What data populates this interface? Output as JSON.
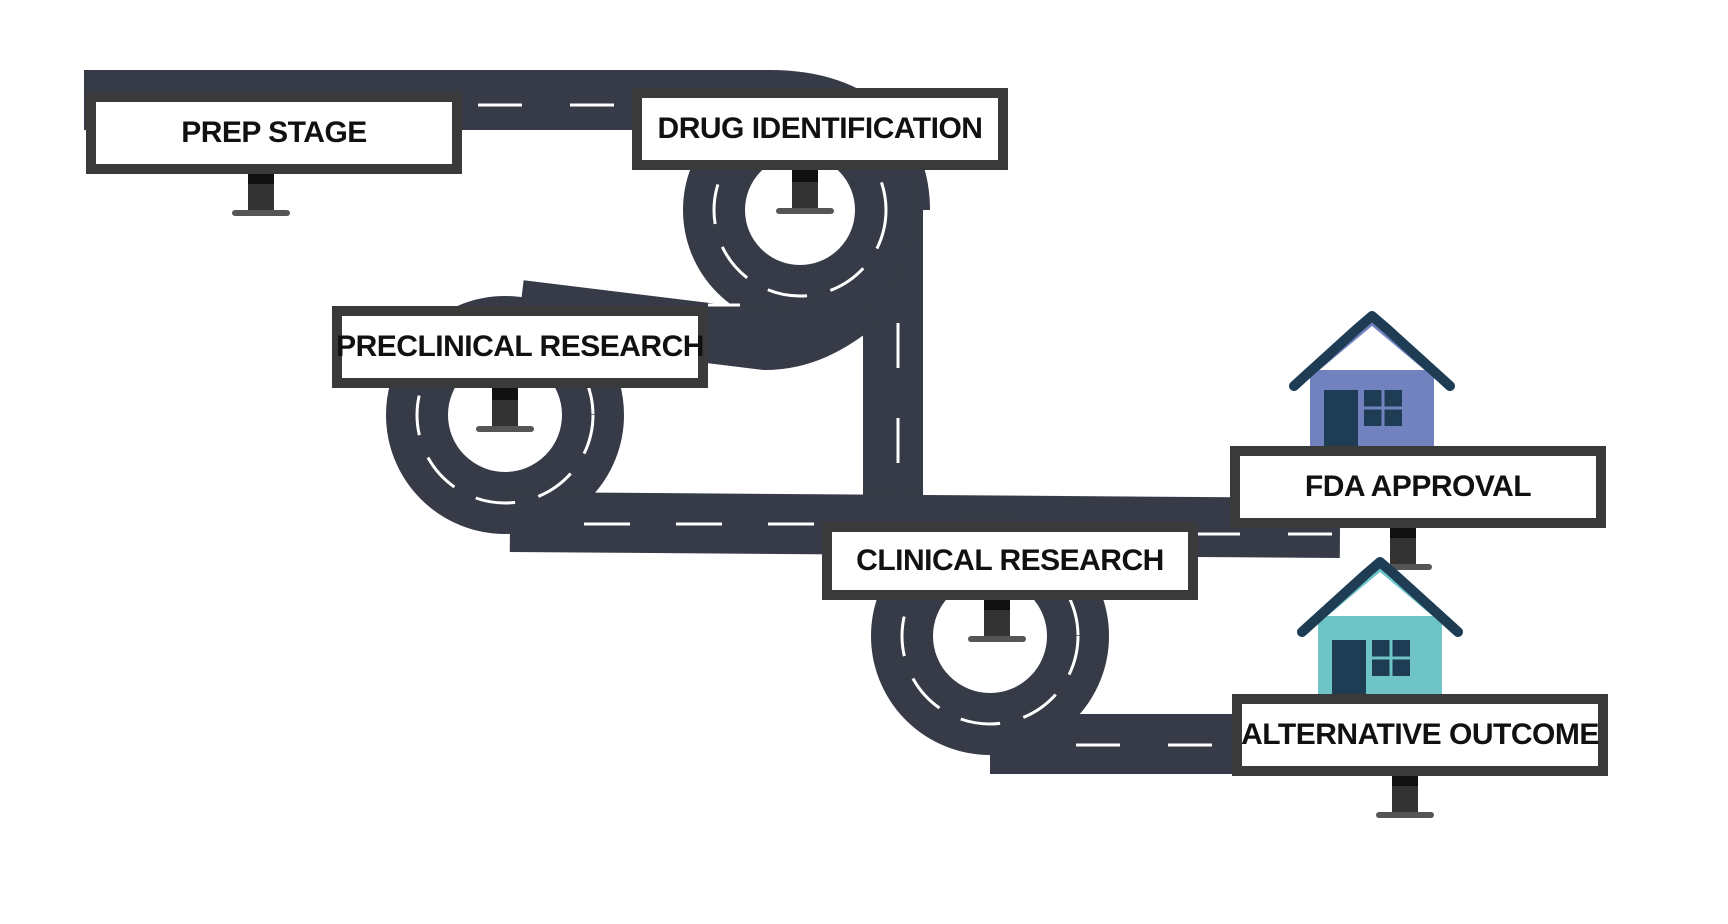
{
  "colors": {
    "road": "#363b47",
    "lane_marking": "#ffffff",
    "sign_border": "#3a3a3a",
    "sign_post": "#333333",
    "house_fda": "#7282bf",
    "house_alt": "#6fc4c8",
    "house_roof": "#1e3d54",
    "house_door": "#1e3d54"
  },
  "stages": {
    "prep": "PREP STAGE",
    "drug_identification": "DRUG IDENTIFICATION",
    "preclinical": "PRECLINICAL RESEARCH",
    "clinical": "CLINICAL RESEARCH",
    "fda_approval": "FDA APPROVAL",
    "alternative": "ALTERNATIVE OUTCOME"
  },
  "icons": {
    "house_fda": "house-icon",
    "house_alt": "house-icon"
  }
}
